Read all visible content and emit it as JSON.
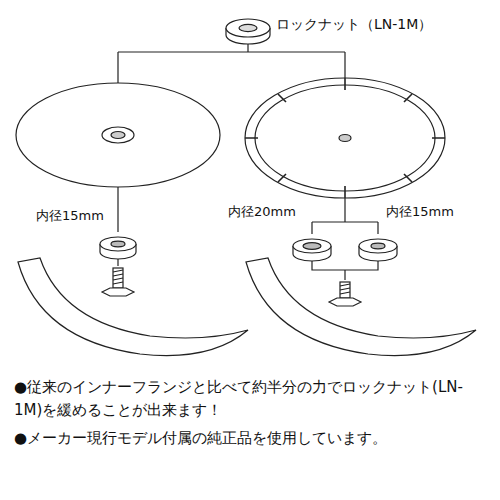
{
  "diagram": {
    "labels": [
      "ロックナット（LN-1M）",
      "内径15mm",
      "内径20mm",
      "内径15mm",
      "●従来のインナーフランジと比べて約半分の力でロックナット(LN-1M)を緩めることが出来ます！",
      "●メーカー現行モデル付属の純正品を使用しています。"
    ]
  }
}
